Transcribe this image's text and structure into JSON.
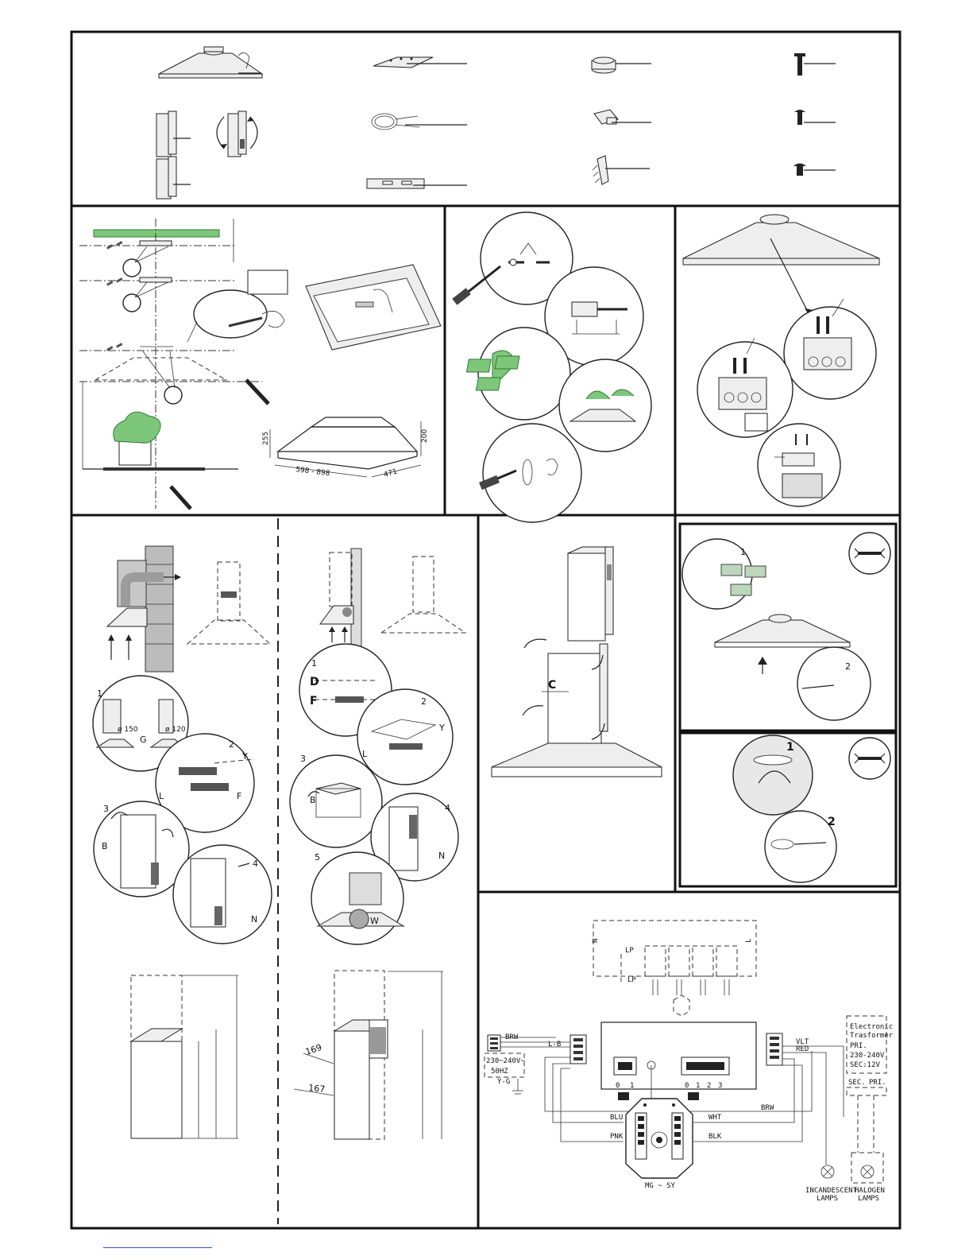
{
  "panel_accessories": {
    "label": ""
  },
  "panel_installation": {
    "dim_heights": [
      "255",
      "200"
    ],
    "dim_widths": [
      "598 - 898",
      "471"
    ]
  },
  "panel_exhaust": {
    "pipe_diameters": [
      "ø 150",
      "ø 120"
    ],
    "labels": {
      "g": "G",
      "l": "L",
      "f": "F",
      "b": "B",
      "n": "N",
      "y": "Y"
    },
    "steps": [
      "1",
      "2",
      "3",
      "4"
    ]
  },
  "panel_recirc": {
    "labels": {
      "d": "D",
      "f": "F",
      "l": "L",
      "b": "B",
      "n": "N",
      "w": "W",
      "y": "Y"
    },
    "steps": [
      "1",
      "2",
      "3",
      "4",
      "5"
    ],
    "chimney_dims": [
      "169",
      "167"
    ]
  },
  "panel_chimney": {
    "label_c": "C"
  },
  "panel_filters": {
    "steps": [
      "1",
      "2"
    ]
  },
  "panel_wiring": {
    "power": {
      "brw_label": "BRW",
      "lb_label": "L-B",
      "voltage": "230~240V~",
      "freq": "50HZ",
      "yg": "Y-G"
    },
    "lp": "LP",
    "led_lp": "LP",
    "switch_left_marks": [
      "0",
      "1"
    ],
    "switch_right_marks": [
      "0",
      "1",
      "2",
      "3"
    ],
    "wire_vlt": "VLT",
    "wire_red": "RED",
    "wire_brw": "BRW",
    "wire_blu": "BLU",
    "wire_pnk": "PNK",
    "wire_wht": "WHT",
    "wire_blk": "BLK",
    "motor": "MG ~ SY",
    "transformer": {
      "title1": "Electronic",
      "title2": "Trasformer",
      "pri": "PRI.",
      "range": "230-240V",
      "sec": "SEC:12V",
      "sec_short": "SEC.",
      "pri_short": "PRI."
    },
    "lamp_incandescent_1": "INCANDESCENT",
    "lamp_incandescent_2": "LAMPS",
    "lamp_halogen_1": "HALOGEN",
    "lamp_halogen_2": "LAMPS"
  }
}
